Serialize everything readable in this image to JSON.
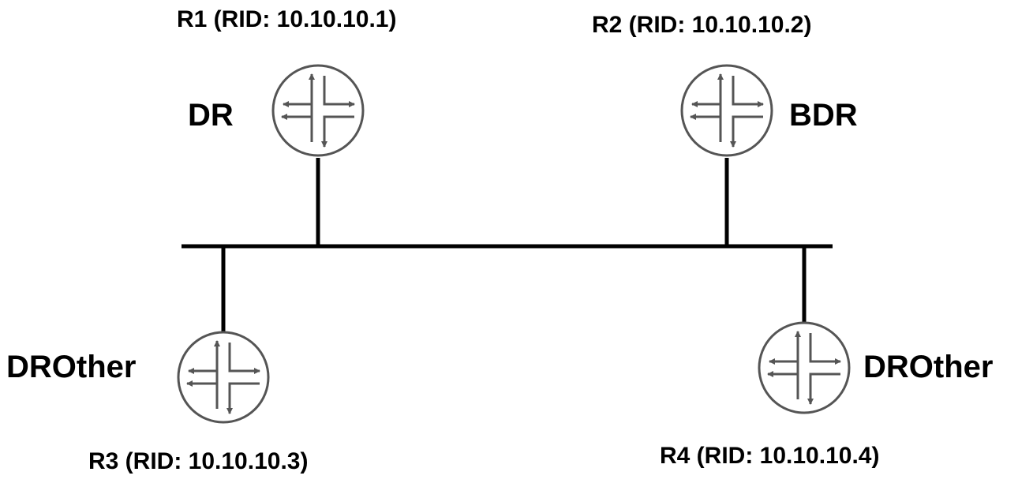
{
  "routers": [
    {
      "id": "R1",
      "rid_label": "R1 (RID: 10.10.10.1)",
      "role": "DR",
      "icon": "router-icon"
    },
    {
      "id": "R2",
      "rid_label": "R2 (RID: 10.10.10.2)",
      "role": "BDR",
      "icon": "router-icon"
    },
    {
      "id": "R3",
      "rid_label": "R3 (RID: 10.10.10.3)",
      "role": "DROther",
      "icon": "router-icon"
    },
    {
      "id": "R4",
      "rid_label": "R4 (RID: 10.10.10.4)",
      "role": "DROther",
      "icon": "router-icon"
    }
  ],
  "colors": {
    "router_stroke": "#555555",
    "line": "#000000",
    "text": "#000000",
    "background": "#ffffff"
  }
}
